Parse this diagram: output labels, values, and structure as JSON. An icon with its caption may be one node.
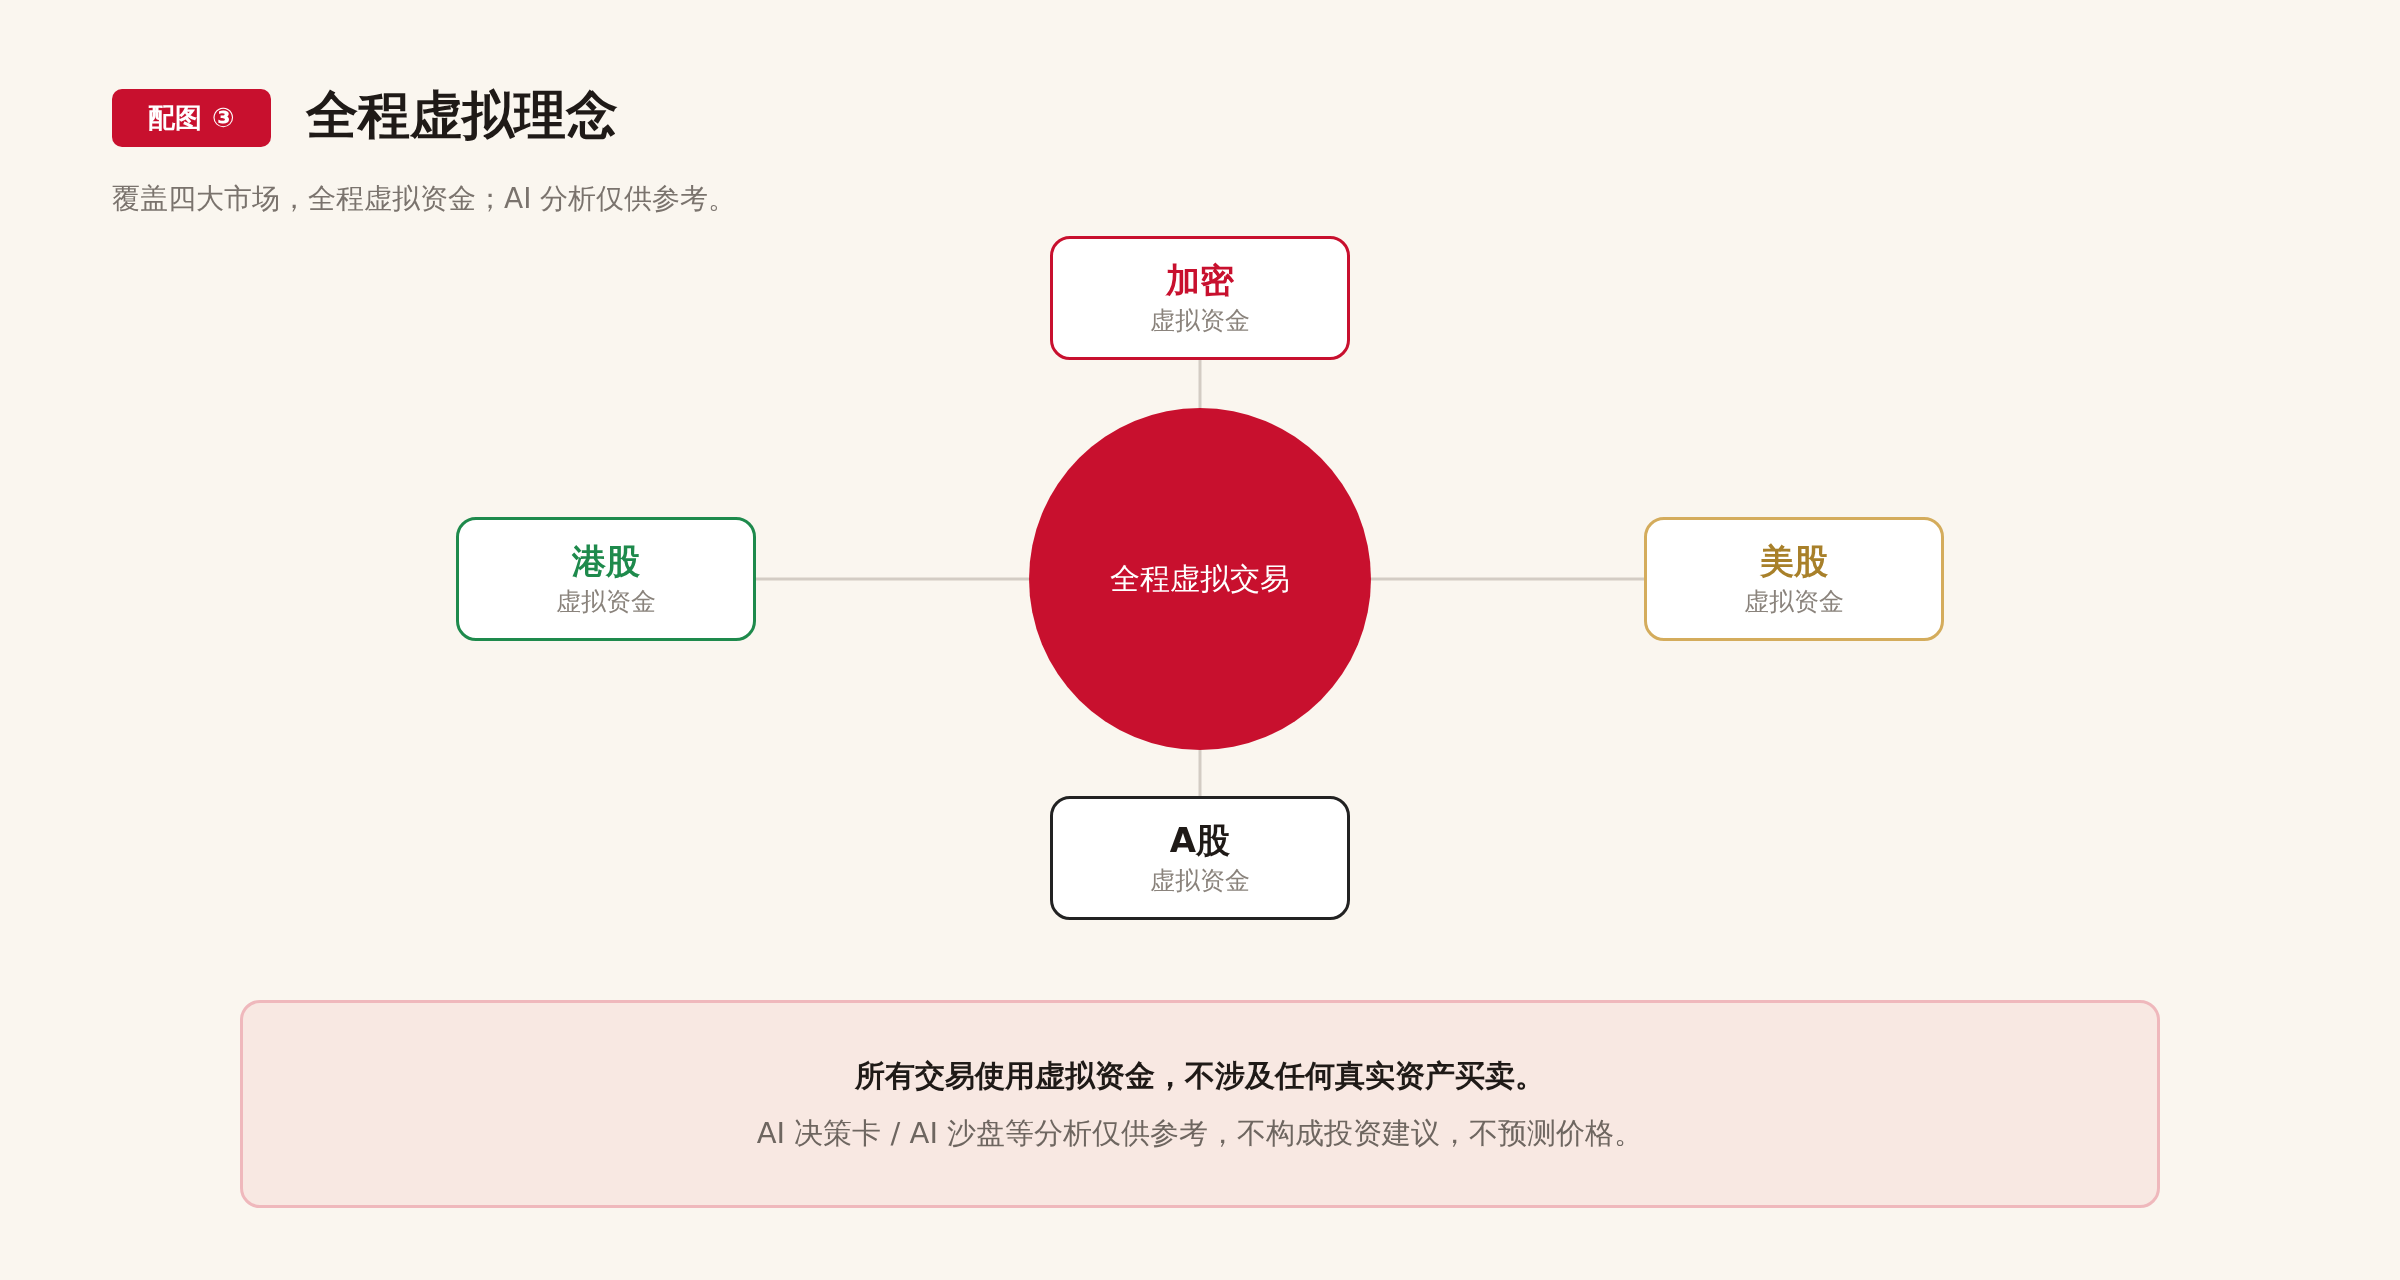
{
  "diagram": {
    "title": "全程虚拟理念",
    "nodes": [
      {
        "text": [
          "加密",
          "虚拟资金"
        ]
      },
      {
        "text": [
          "港股",
          "虚拟资金"
        ]
      },
      {
        "text": [
          "全程虚拟交易"
        ]
      },
      {
        "text": [
          "美股",
          "虚拟资金"
        ]
      },
      {
        "text": [
          "A股",
          "虚拟资金"
        ]
      },
      {
        "text": [
          "所有交易使用虚拟资金，不涉及任何真实资产买卖。",
          "AI 决策卡 / AI 沙盘等分析仅供参考，不构成投资建议，不预测价格。"
        ]
      }
    ],
    "edges": [
      {
        "from": 2,
        "to": 0,
        "arrow": "none"
      },
      {
        "from": 2,
        "to": 1,
        "arrow": "none"
      },
      {
        "from": 2,
        "to": 3,
        "arrow": "none"
      },
      {
        "from": 2,
        "to": 4,
        "arrow": "none"
      }
    ],
    "labels": [
      "配图 ③",
      "覆盖四大市场，全程虚拟资金；AI 分析仅供参考。"
    ]
  }
}
